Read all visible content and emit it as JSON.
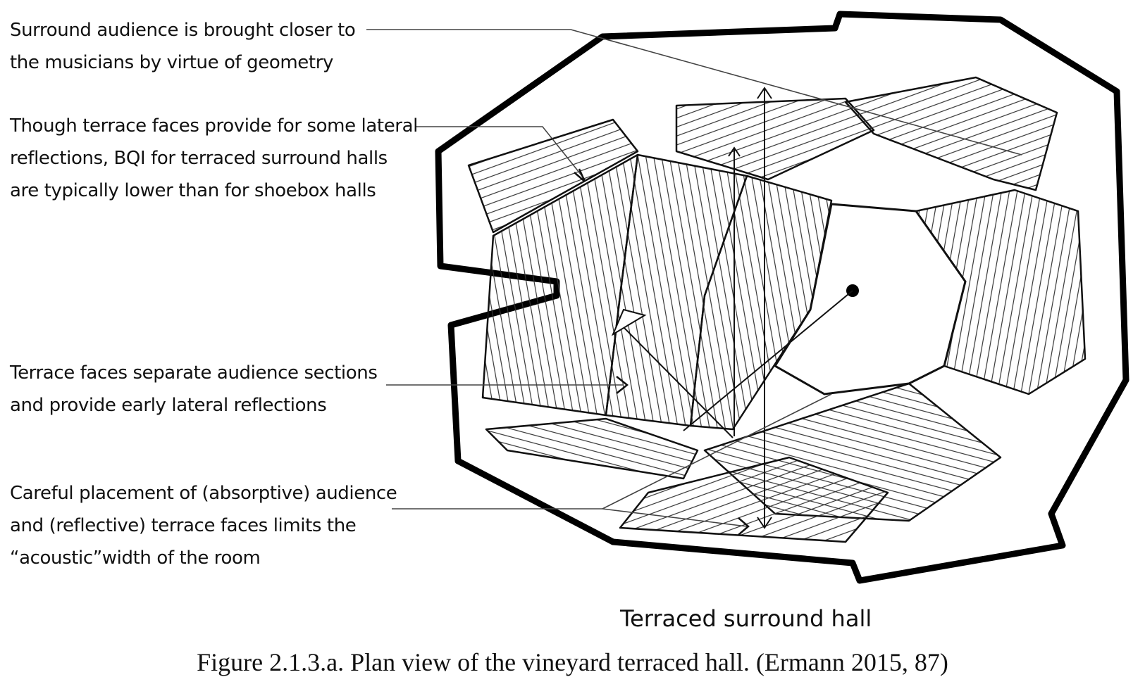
{
  "annotations": [
    {
      "lines": [
        "Surround audience is brought closer to",
        "the musicians by virtue of geometry"
      ]
    },
    {
      "lines": [
        "Though terrace faces provide for some lateral",
        "reflections, BQI for terraced surround halls",
        "are typically lower than for shoebox halls"
      ]
    },
    {
      "lines": [
        "Terrace faces separate audience  sections",
        "and provide early lateral reflections"
      ]
    },
    {
      "lines": [
        "Careful placement of (absorptive) audience",
        "and (reflective) terrace faces limits the",
        "“acoustic”width of the room"
      ]
    }
  ],
  "drawing_title": "Terraced surround hall",
  "caption": "Figure 2.1.3.a. Plan view of the vineyard terraced hall. (Ermann 2015, 87)"
}
